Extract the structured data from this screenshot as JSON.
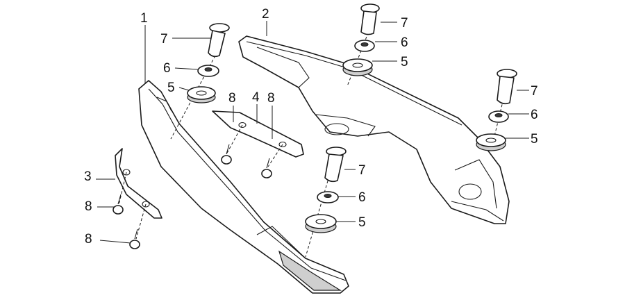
{
  "callouts": {
    "part_1": "1",
    "part_2": "2",
    "part_3": "3",
    "part_4": "4",
    "part_5": "5",
    "part_6": "6",
    "part_7": "7",
    "part_8": "8"
  }
}
